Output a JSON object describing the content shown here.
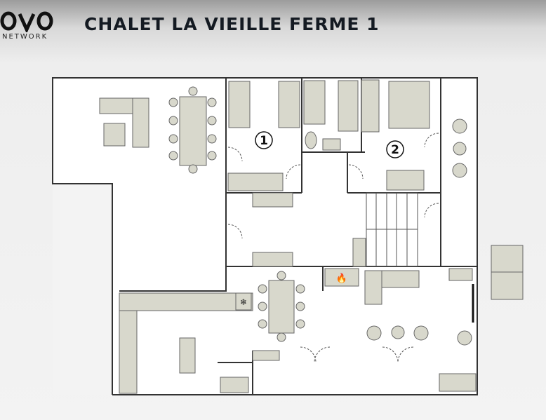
{
  "header": {
    "logo_text": "NETWORK",
    "title": "CHALET LA VIEILLE FERME 1"
  },
  "plan": {
    "rooms": [
      {
        "label": "1"
      },
      {
        "label": "2"
      }
    ],
    "fill_color": "#d8d8cc",
    "wall_color": "#333333"
  }
}
